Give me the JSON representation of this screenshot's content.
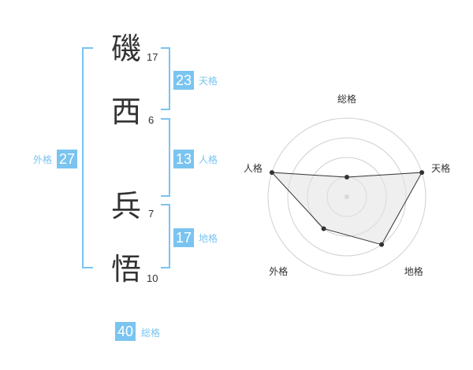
{
  "name": {
    "chars": [
      {
        "char": "磯",
        "strokes": "17"
      },
      {
        "char": "西",
        "strokes": "6"
      },
      {
        "char": "兵",
        "strokes": "7"
      },
      {
        "char": "悟",
        "strokes": "10"
      }
    ]
  },
  "kaku": {
    "tenkaku": {
      "value": "23",
      "label": "天格"
    },
    "jinkaku": {
      "value": "13",
      "label": "人格"
    },
    "chikaku": {
      "value": "17",
      "label": "地格"
    },
    "gaikaku": {
      "value": "27",
      "label": "外格"
    },
    "soukaku": {
      "value": "40",
      "label": "総格"
    }
  },
  "colors": {
    "accent": "#7ac4f0",
    "text": "#333333",
    "ring": "#d0d0d0",
    "fill": "#eeeeee"
  },
  "chart_data": {
    "type": "radar",
    "axes": [
      "総格",
      "天格",
      "地格",
      "外格",
      "人格"
    ],
    "values": [
      1,
      4,
      3,
      2,
      4
    ],
    "max": 4,
    "rings": 4
  }
}
